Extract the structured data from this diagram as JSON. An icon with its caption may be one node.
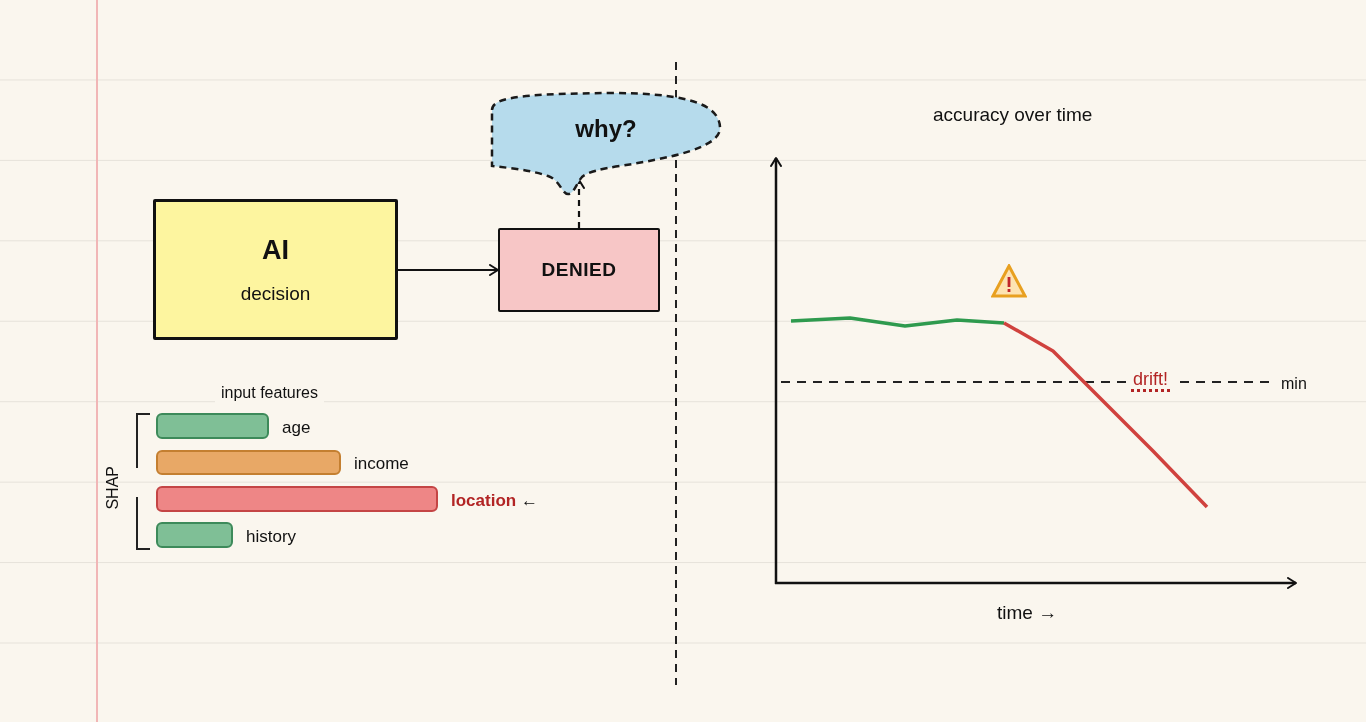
{
  "diagram": {
    "nodes": [
      {
        "text": [
          "AI",
          "decision"
        ]
      },
      {
        "text": [
          "DENIED"
        ]
      },
      {
        "text": [
          "why?"
        ]
      }
    ],
    "edges": [
      {
        "from": 0,
        "to": 1,
        "arrow": "to"
      },
      {
        "from": 1,
        "to": 2,
        "arrow": "to",
        "style": "dashed"
      }
    ],
    "labels": [
      "input features",
      "SHAP",
      "age",
      "income",
      "**location** ←",
      "history",
      "accuracy over time",
      "drift!",
      "min",
      "time →"
    ]
  }
}
